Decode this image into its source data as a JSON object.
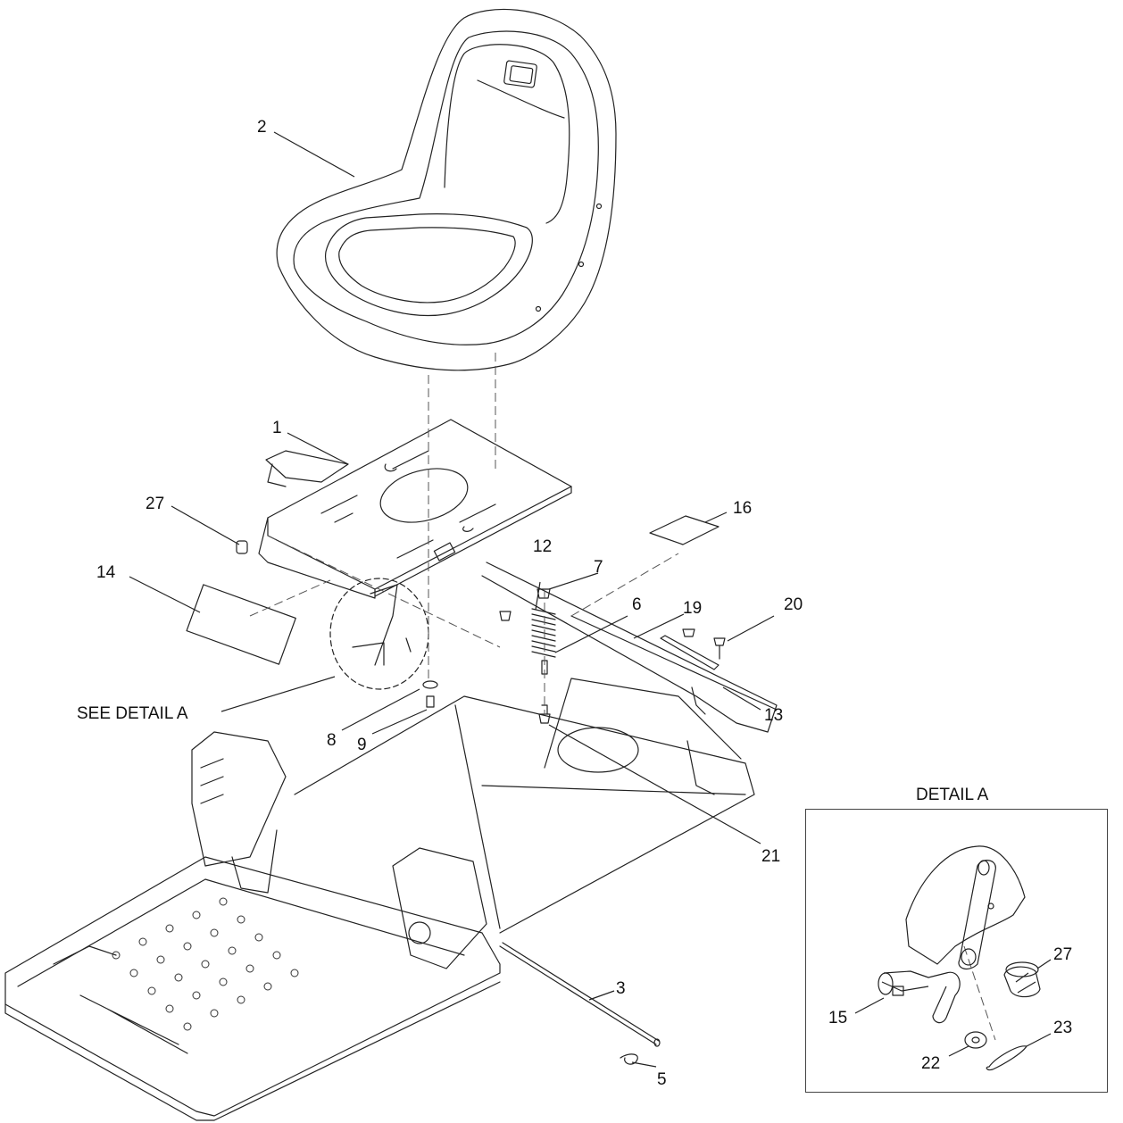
{
  "callouts": {
    "c1": "1",
    "c2": "2",
    "c3": "3",
    "c5": "5",
    "c6": "6",
    "c7": "7",
    "c8": "8",
    "c9": "9",
    "c12": "12",
    "c13": "13",
    "c14": "14",
    "c16": "16",
    "c19": "19",
    "c20": "20",
    "c21": "21",
    "c27": "27",
    "d15": "15",
    "d22": "22",
    "d23": "23",
    "d27": "27"
  },
  "labels": {
    "see_detail": "SEE DETAIL  A",
    "detail_title": "DETAIL A"
  },
  "colors": {
    "line": "#222222",
    "dash": "#555555",
    "background": "#ffffff"
  }
}
